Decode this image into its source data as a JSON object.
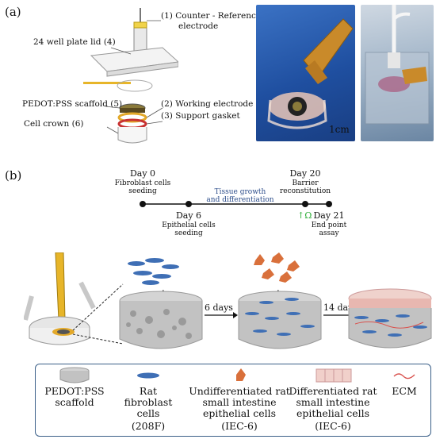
{
  "panel_a": {
    "tag": "(a)",
    "labels": {
      "counter_ref_1": "(1) Counter - Reference",
      "counter_ref_2": "electrode",
      "lid": "24 well plate lid (4)",
      "scaffold": "PEDOT:PSS scaffold (5)",
      "working": "(2) Working electrode",
      "gasket": "(3) Support gasket",
      "crown": "Cell crown (6)"
    },
    "scale_bar": "1cm"
  },
  "panel_b": {
    "tag": "(b)",
    "timeline": {
      "day0": "Day 0",
      "day0_desc_1": "Fibroblast cells",
      "day0_desc_2": "seeding",
      "day6": "Day 6",
      "day6_desc_1": "Epithelial cells",
      "day6_desc_2": "seeding",
      "growth_1": "Tissue growth",
      "growth_2": "and differentiation",
      "day20": "Day 20",
      "day20_desc_1": "Barrier",
      "day20_desc_2": "reconstitution",
      "omega": "↑Ω",
      "day21": "Day 21",
      "day21_desc_1": "End point",
      "day21_desc_2": "assay"
    },
    "plus1": "+",
    "plus2": "+",
    "arrow1": "6 days",
    "arrow2": "14 days"
  },
  "legend": {
    "items": [
      {
        "l1": "PEDOT:PSS",
        "l2": "scaffold",
        "l3": ""
      },
      {
        "l1": "Rat",
        "l2": "fibroblast",
        "l3": "cells",
        "l4": "(208F)"
      },
      {
        "l1": "Undifferentiated rat",
        "l2": "small intestine",
        "l3": "epithelial cells",
        "l4": "(IEC-6)"
      },
      {
        "l1": "Differentiated rat",
        "l2": "small intestine",
        "l3": "epithelial cells",
        "l4": "(IEC-6)"
      },
      {
        "l1": "ECM"
      }
    ]
  },
  "colors": {
    "fibroblast": "#3f6fb5",
    "epithelial": "#d9703b",
    "diff_epithelial": "#e8b7b0",
    "ecm": "#d9534f",
    "legend_border": "#3a5f88",
    "timeline_text_blue": "#2b4c8a",
    "omega_green": "#2fae3a"
  }
}
